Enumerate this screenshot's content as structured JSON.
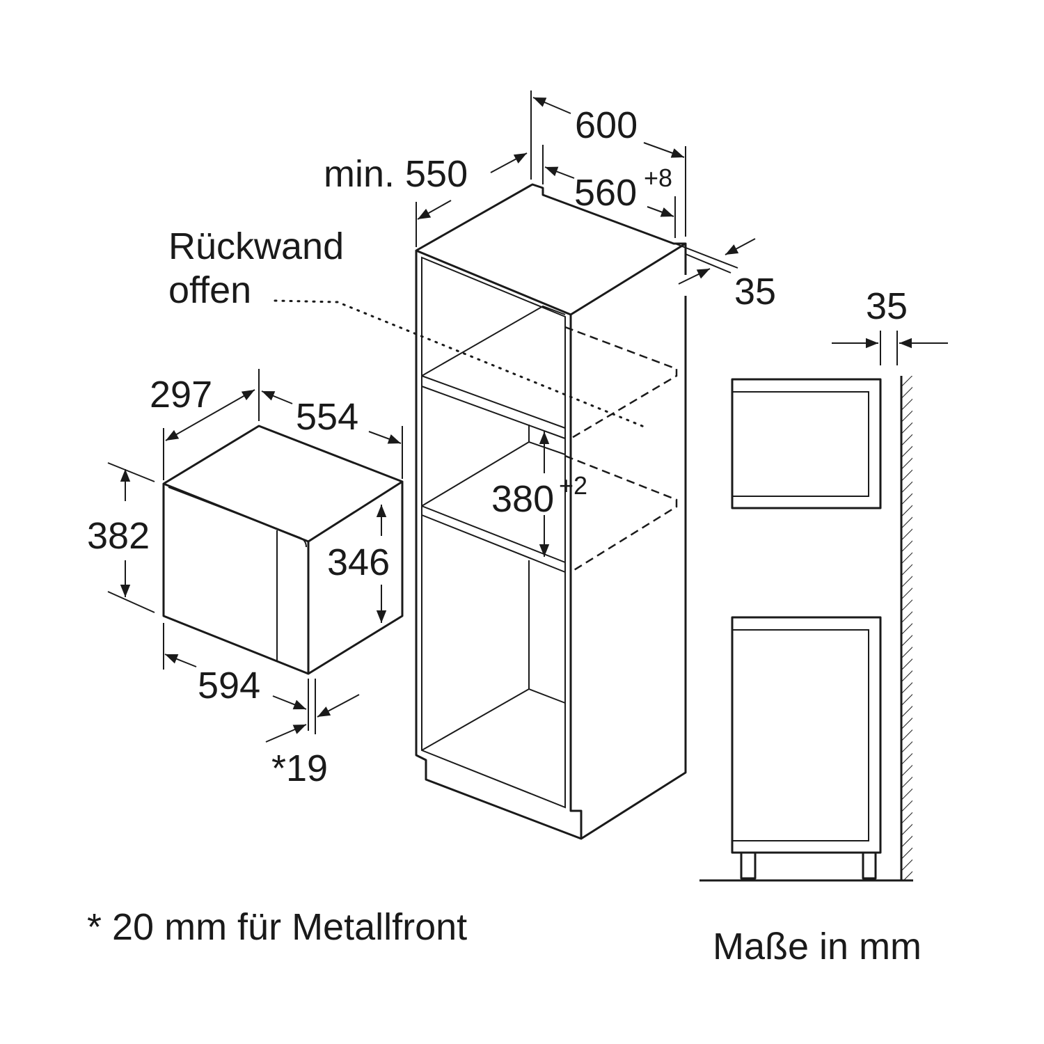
{
  "colors": {
    "line": "#1a1a1a",
    "background": "#ffffff"
  },
  "microwave": {
    "depth": "297",
    "width_depth": "554",
    "height": "382",
    "inner_height": "346",
    "width": "594",
    "front_thickness": "*19"
  },
  "cabinet": {
    "width": "600",
    "min_depth": "min. 550",
    "niche_width": "560",
    "niche_width_tol": "+8",
    "back_gap": "35",
    "niche_height": "380",
    "niche_height_tol": "+2",
    "back_wall_label_line1": "Rückwand",
    "back_wall_label_line2": "offen"
  },
  "side_view": {
    "wall_gap": "35"
  },
  "footnote": "* 20 mm für Metallfront",
  "units_note": "Maße in mm"
}
